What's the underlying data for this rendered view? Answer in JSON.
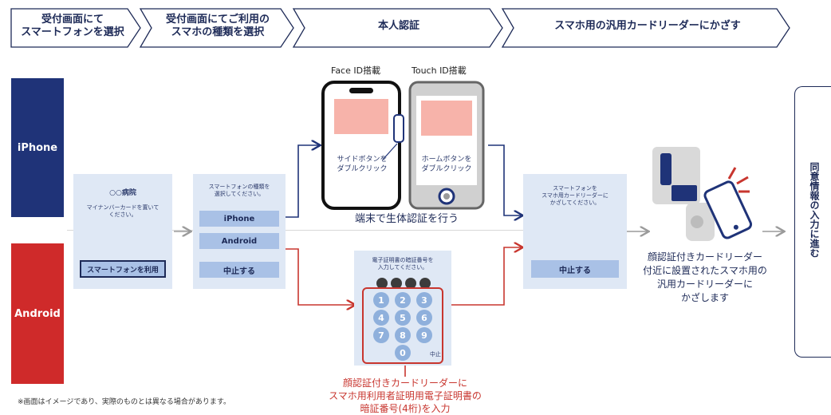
{
  "steps": [
    {
      "label": "受付画面にて\nスマートフォンを選択"
    },
    {
      "label": "受付画面にてご利用の\nスマホの種類を選択"
    },
    {
      "label": "本人認証"
    },
    {
      "label": "スマホ用の汎用カードリーダーにかざす"
    }
  ],
  "os": {
    "iphone": "iPhone",
    "android": "Android"
  },
  "panel1": {
    "hospital": "○○病院",
    "instruction": "マイナンバーカードを置いて\nください。",
    "button": "スマートフォンを利用"
  },
  "panel2": {
    "instruction": "スマートフォンの種類を\n選択してください。",
    "btn_iphone": "iPhone",
    "btn_android": "Android",
    "btn_cancel": "中止する"
  },
  "faceid": {
    "title": "Face ID搭載",
    "text": "サイドボタンを\nダブルクリック"
  },
  "touchid": {
    "title": "Touch ID搭載",
    "text": "ホームボタンを\nダブルクリック"
  },
  "bio_caption": "端末で生体認証を行う",
  "pin_panel": {
    "instruction": "電子証明書の暗証番号を\n入力してください。",
    "keys": [
      "1",
      "2",
      "3",
      "4",
      "5",
      "6",
      "7",
      "8",
      "9",
      "0"
    ],
    "cancel": "中止"
  },
  "pin_caption": "顔認証付きカードリーダーに\nスマホ用利用者証明用電子証明書の\n暗証番号(4桁)を入力",
  "panel4": {
    "instruction": "スマートフォンを\nスマホ用カードリーダーに\nかざしてください。",
    "button": "中止する"
  },
  "reader_caption": "顔認証付きカードリーダー\n付近に設置されたスマホ用の\n汎用カードリーダーに\nかざします",
  "final": "同意情報の入力に進む",
  "footnote": "※画面はイメージであり、実際のものとは異なる場合があります。",
  "colors": {
    "navy": "#1d2a57",
    "iphone_bar": "#1f3378",
    "android_bar": "#cf2a2a",
    "panel": "#dfe8f5",
    "button": "#a9c1e6",
    "pink": "#f7b3aa",
    "red": "#c8362f"
  }
}
